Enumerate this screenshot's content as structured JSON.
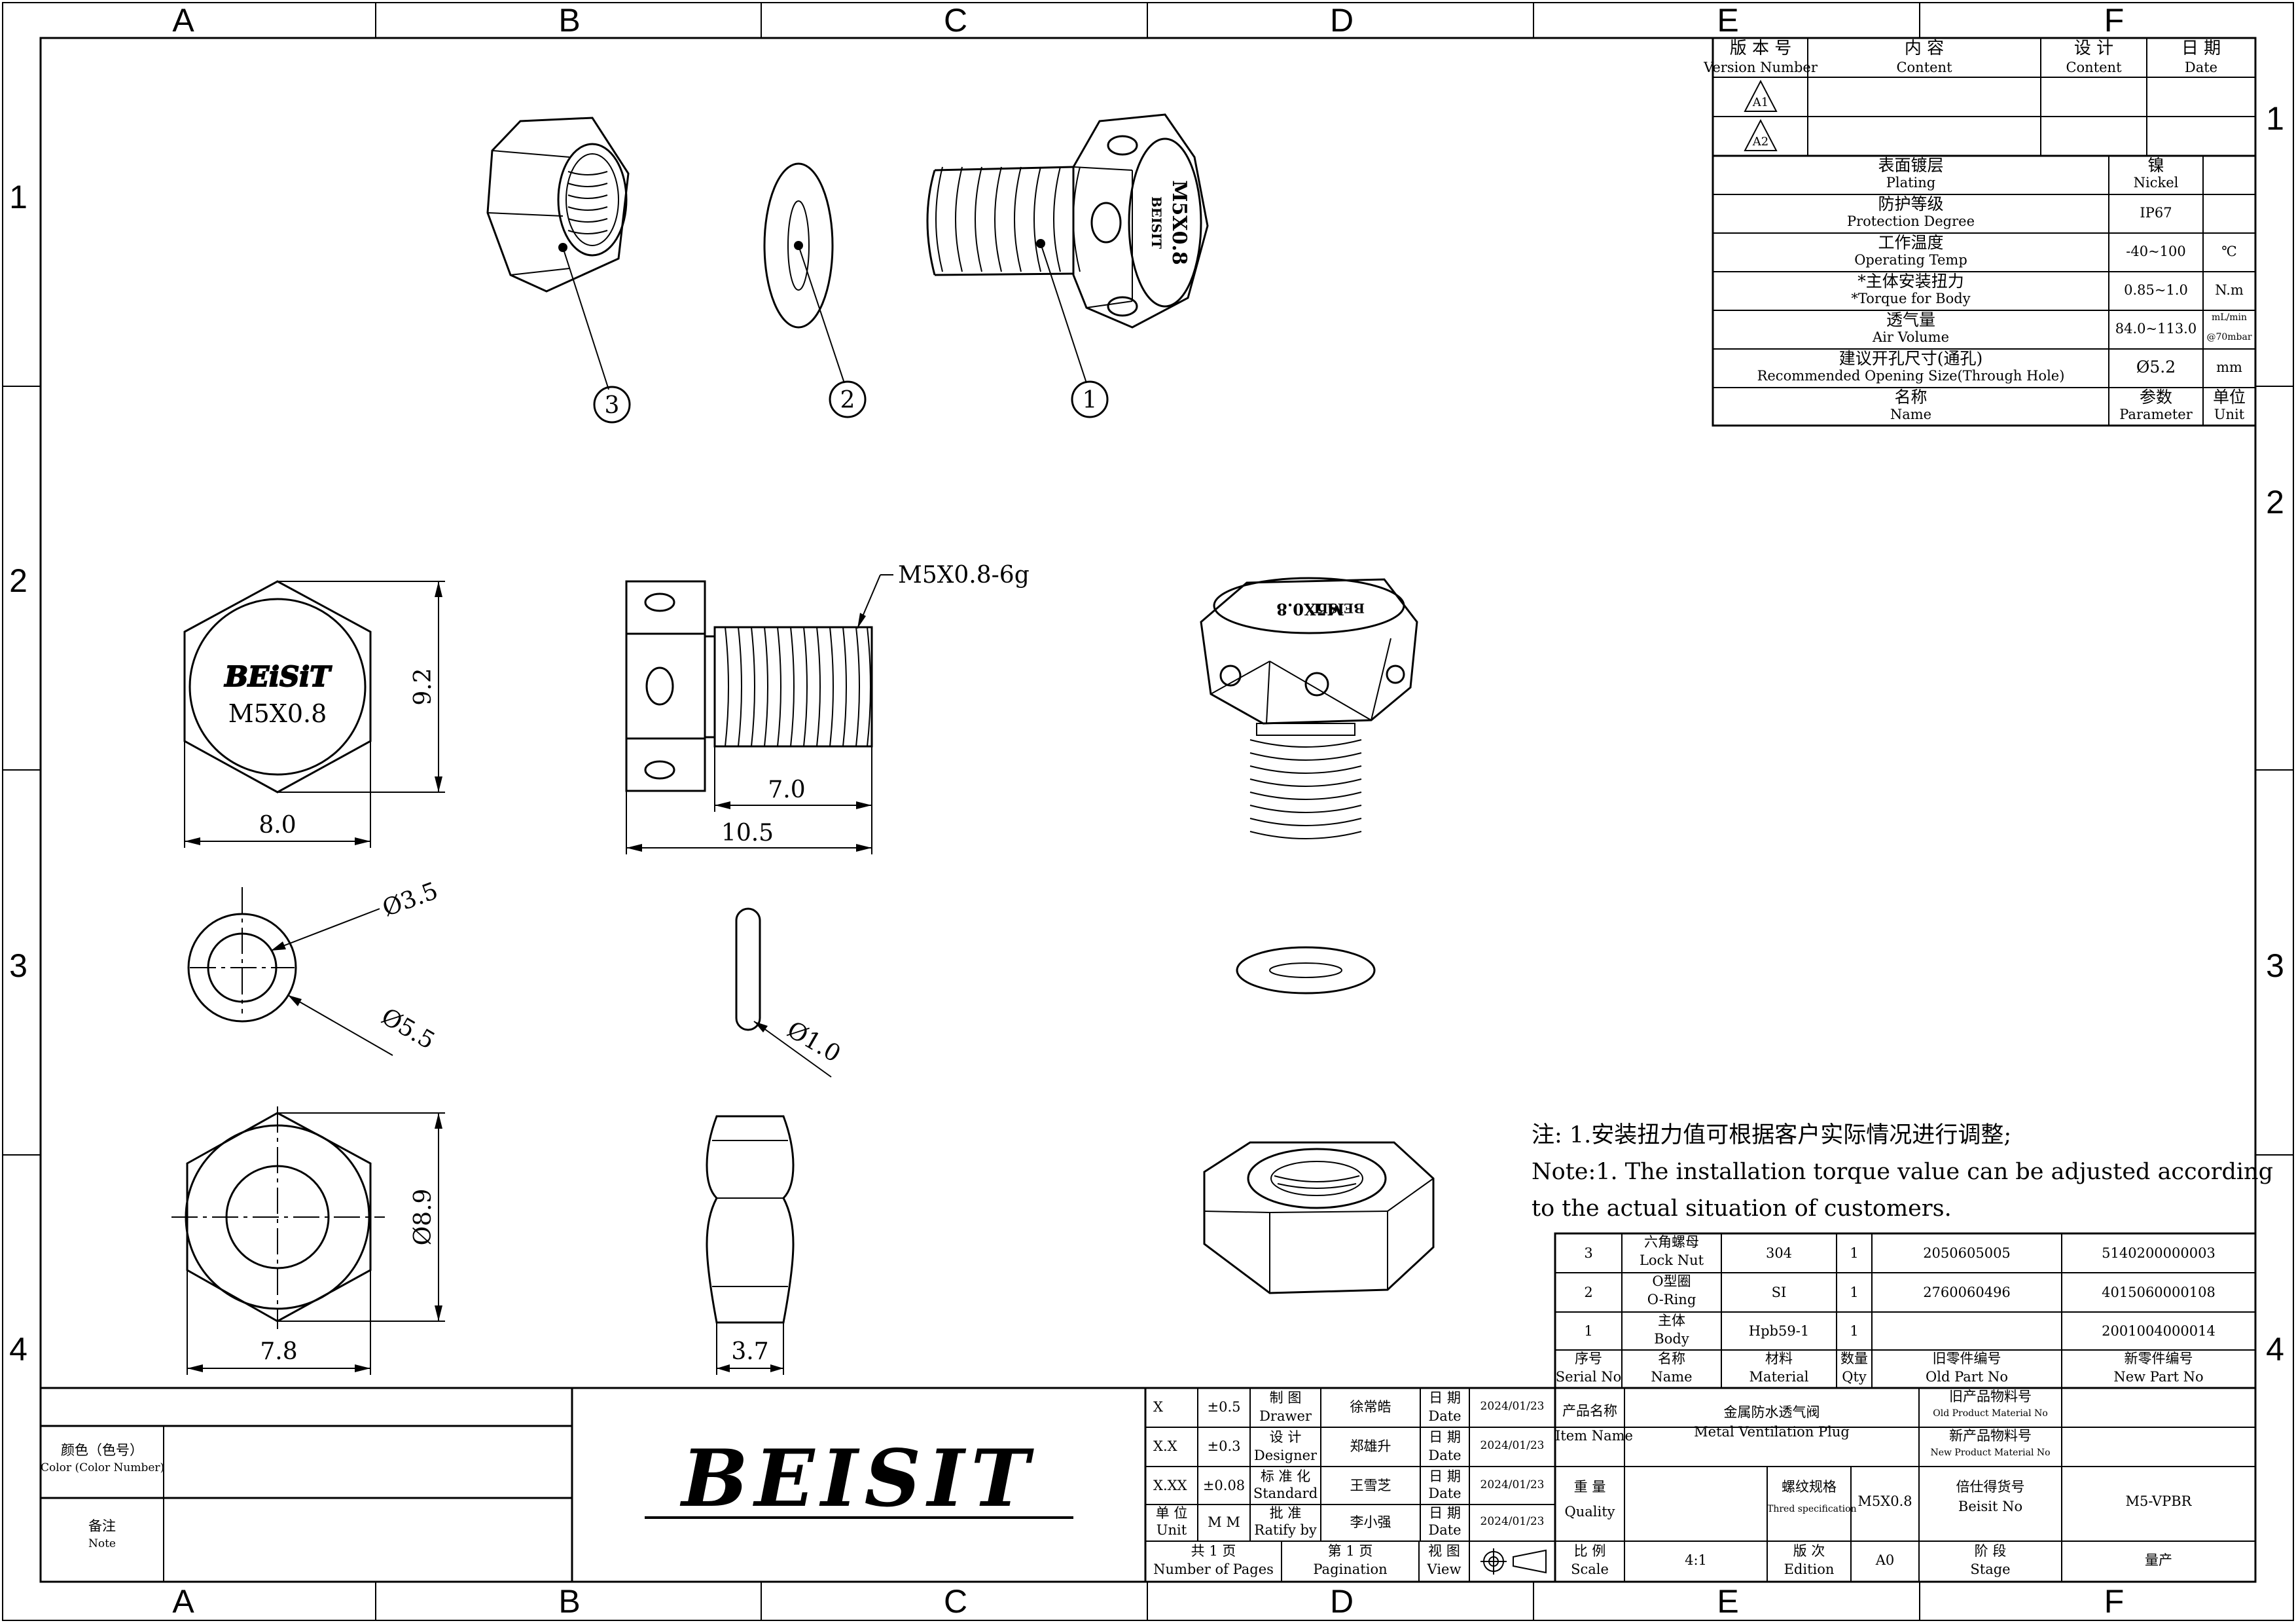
{
  "zones": {
    "columns": [
      "A",
      "B",
      "C",
      "D",
      "E",
      "F"
    ],
    "rows": [
      "1",
      "2",
      "3",
      "4"
    ]
  },
  "balloons": [
    "3",
    "2",
    "1"
  ],
  "parts_text": {
    "body_top_marking": "M5X0.8",
    "body_logo": "BEISIT",
    "front_logo": "BEiSiT",
    "front_size": "M5X0.8",
    "iso_marking": "M5X0.8",
    "iso_logo": "BEISIT"
  },
  "dimensions": {
    "thread_callout": "M5X0.8-6g",
    "hex_height": "9.2",
    "hex_width": "8.0",
    "thread_length": "7.0",
    "overall_length": "10.5",
    "oring_inner": "Ø3.5",
    "oring_outer": "Ø5.5",
    "oring_section": "Ø1.0",
    "nut_bore": "Ø8.9",
    "nut_width": "7.8",
    "nut_thickness": "3.7"
  },
  "revision_table": {
    "headers": [
      {
        "cn": "版 本 号",
        "en": "Version Number"
      },
      {
        "cn": "内 容",
        "en": "Content"
      },
      {
        "cn": "设 计",
        "en": "Content"
      },
      {
        "cn": "日 期",
        "en": "Date"
      }
    ],
    "rows": [
      {
        "version": "A1",
        "content": "",
        "designer": "",
        "date": ""
      },
      {
        "version": "A2",
        "content": "",
        "designer": "",
        "date": ""
      }
    ]
  },
  "parameter_table": {
    "rows": [
      {
        "cn": "表面镀层",
        "en": "Plating",
        "value": "镍",
        "value_en": "Nickel",
        "unit": ""
      },
      {
        "cn": "防护等级",
        "en": "Protection Degree",
        "value": "IP67",
        "value_en": "",
        "unit": ""
      },
      {
        "cn": "工作温度",
        "en": "Operating Temp",
        "value": "-40~100",
        "value_en": "",
        "unit": "℃"
      },
      {
        "cn": "*主体安装扭力",
        "en": "*Torque for Body",
        "value": "0.85~1.0",
        "value_en": "",
        "unit": "N.m"
      },
      {
        "cn": "透气量",
        "en": "Air Volume",
        "value": "84.0~113.0",
        "value_en": "",
        "unit": "mL/min",
        "unit2": "@70mbar"
      },
      {
        "cn": "建议开孔尺寸(通孔)",
        "en": "Recommended Opening Size(Through Hole)",
        "value": "Ø5.2",
        "value_en": "",
        "unit": "mm"
      }
    ],
    "footer": {
      "cn": "名称",
      "en": "Name",
      "param_cn": "参数",
      "param_en": "Parameter",
      "unit_cn": "单位",
      "unit_en": "Unit"
    }
  },
  "note": {
    "line1": "注: 1.安装扭力值可根据客户实际情况进行调整;",
    "line2": "Note:1. The installation torque value can be adjusted according",
    "line3": "to the actual situation of customers."
  },
  "bom": {
    "rows": [
      {
        "serial": "3",
        "name_cn": "六角螺母",
        "name_en": "Lock Nut",
        "material": "304",
        "qty": "1",
        "old_part": "2050605005",
        "new_part": "5140200000003"
      },
      {
        "serial": "2",
        "name_cn": "O型圈",
        "name_en": "O-Ring",
        "material": "SI",
        "qty": "1",
        "old_part": "2760060496",
        "new_part": "4015060000108"
      },
      {
        "serial": "1",
        "name_cn": "主体",
        "name_en": "Body",
        "material": "Hpb59-1",
        "qty": "1",
        "old_part": "",
        "new_part": "2001004000014"
      }
    ],
    "header": {
      "serial_cn": "序号",
      "serial_en": "Serial No",
      "name_cn": "名称",
      "name_en": "Name",
      "material_cn": "材料",
      "material_en": "Material",
      "qty_cn": "数量",
      "qty_en": "Qty",
      "old_cn": "旧零件编号",
      "old_en": "Old Part No",
      "new_cn": "新零件编号",
      "new_en": "New Part No"
    }
  },
  "title_block": {
    "tolerances": [
      {
        "label": "X",
        "value": "±0.5"
      },
      {
        "label": "X.X",
        "value": "±0.3"
      },
      {
        "label": "X.XX",
        "value": "±0.08"
      }
    ],
    "unit_cn": "单 位",
    "unit_en": "Unit",
    "unit_value": "M M",
    "roles": [
      {
        "cn": "制 图",
        "en": "Drawer",
        "name": "徐常皓",
        "date_cn": "日 期",
        "date_en": "Date",
        "date": "2024/01/23"
      },
      {
        "cn": "设 计",
        "en": "Designer",
        "name": "郑雄升",
        "date_cn": "日 期",
        "date_en": "Date",
        "date": "2024/01/23"
      },
      {
        "cn": "标 准 化",
        "en": "Standard",
        "name": "王雪芝",
        "date_cn": "日 期",
        "date_en": "Date",
        "date": "2024/01/23"
      },
      {
        "cn": "批 准",
        "en": "Ratify by",
        "name": "李小强",
        "date_cn": "日 期",
        "date_en": "Date",
        "date": "2024/01/23"
      }
    ],
    "pages_cn": "共 1 页",
    "pages_en": "Number of Pages",
    "pagination_cn": "第 1 页",
    "pagination_en": "Pagination",
    "view_cn": "视 图",
    "view_en": "View",
    "item_name_cn": "产品名称",
    "item_name_en": "Item Name",
    "product_cn": "金属防水透气阀",
    "product_en": "Metal Ventilation Plug",
    "old_mat_cn": "旧产品物料号",
    "old_mat_en": "Old Product Material No",
    "new_mat_cn": "新产品物料号",
    "new_mat_en": "New Product Material No",
    "quality_cn": "重 量",
    "quality_en": "Quality",
    "thread_spec_cn": "螺纹规格",
    "thread_spec_en": "Thred specification",
    "thread_spec": "M5X0.8",
    "beisit_no_cn": "倍仕得货号",
    "beisit_no_en": "Beisit No",
    "beisit_no": "M5-VPBR",
    "scale_cn": "比 例",
    "scale_en": "Scale",
    "scale": "4:1",
    "edition_cn": "版 次",
    "edition_en": "Edition",
    "edition": "A0",
    "stage_cn": "阶 段",
    "stage_en": "Stage",
    "stage": "量产",
    "color_cn": "颜色（色号）",
    "color_en": "Color (Color Number)",
    "remark_cn": "备注",
    "remark_en": "Note",
    "logo": "BEISIT"
  }
}
